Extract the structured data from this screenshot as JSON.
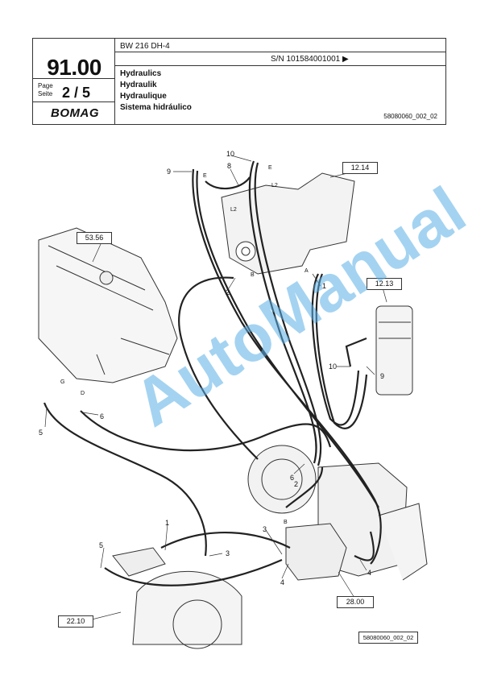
{
  "header": {
    "page_number": "91.00",
    "page_label_en": "Page",
    "page_label_de": "Seite",
    "page_count": "2 / 5",
    "brand": "BOMAG",
    "model": "BW 216 DH-4",
    "serial": "S/N 101584001001 ▶",
    "titles": [
      "Hydraulics",
      "Hydraulik",
      "Hydraulique",
      "Sistema hidráulico"
    ],
    "drawing_code": "58080060_002_02"
  },
  "diagram": {
    "refs": [
      "12.14",
      "53.56",
      "12.13",
      "28.00",
      "22.10"
    ],
    "figure_code": "58080060_002_02",
    "item_numbers": [
      "10",
      "9",
      "8",
      "2",
      "1",
      "10",
      "9",
      "5",
      "6",
      "6",
      "1",
      "3",
      "3",
      "5",
      "4",
      "4",
      "2"
    ],
    "port_letters": [
      "E",
      "E",
      "L2",
      "L2",
      "B",
      "A",
      "G",
      "D",
      "B"
    ]
  },
  "watermark": "AutoManual"
}
